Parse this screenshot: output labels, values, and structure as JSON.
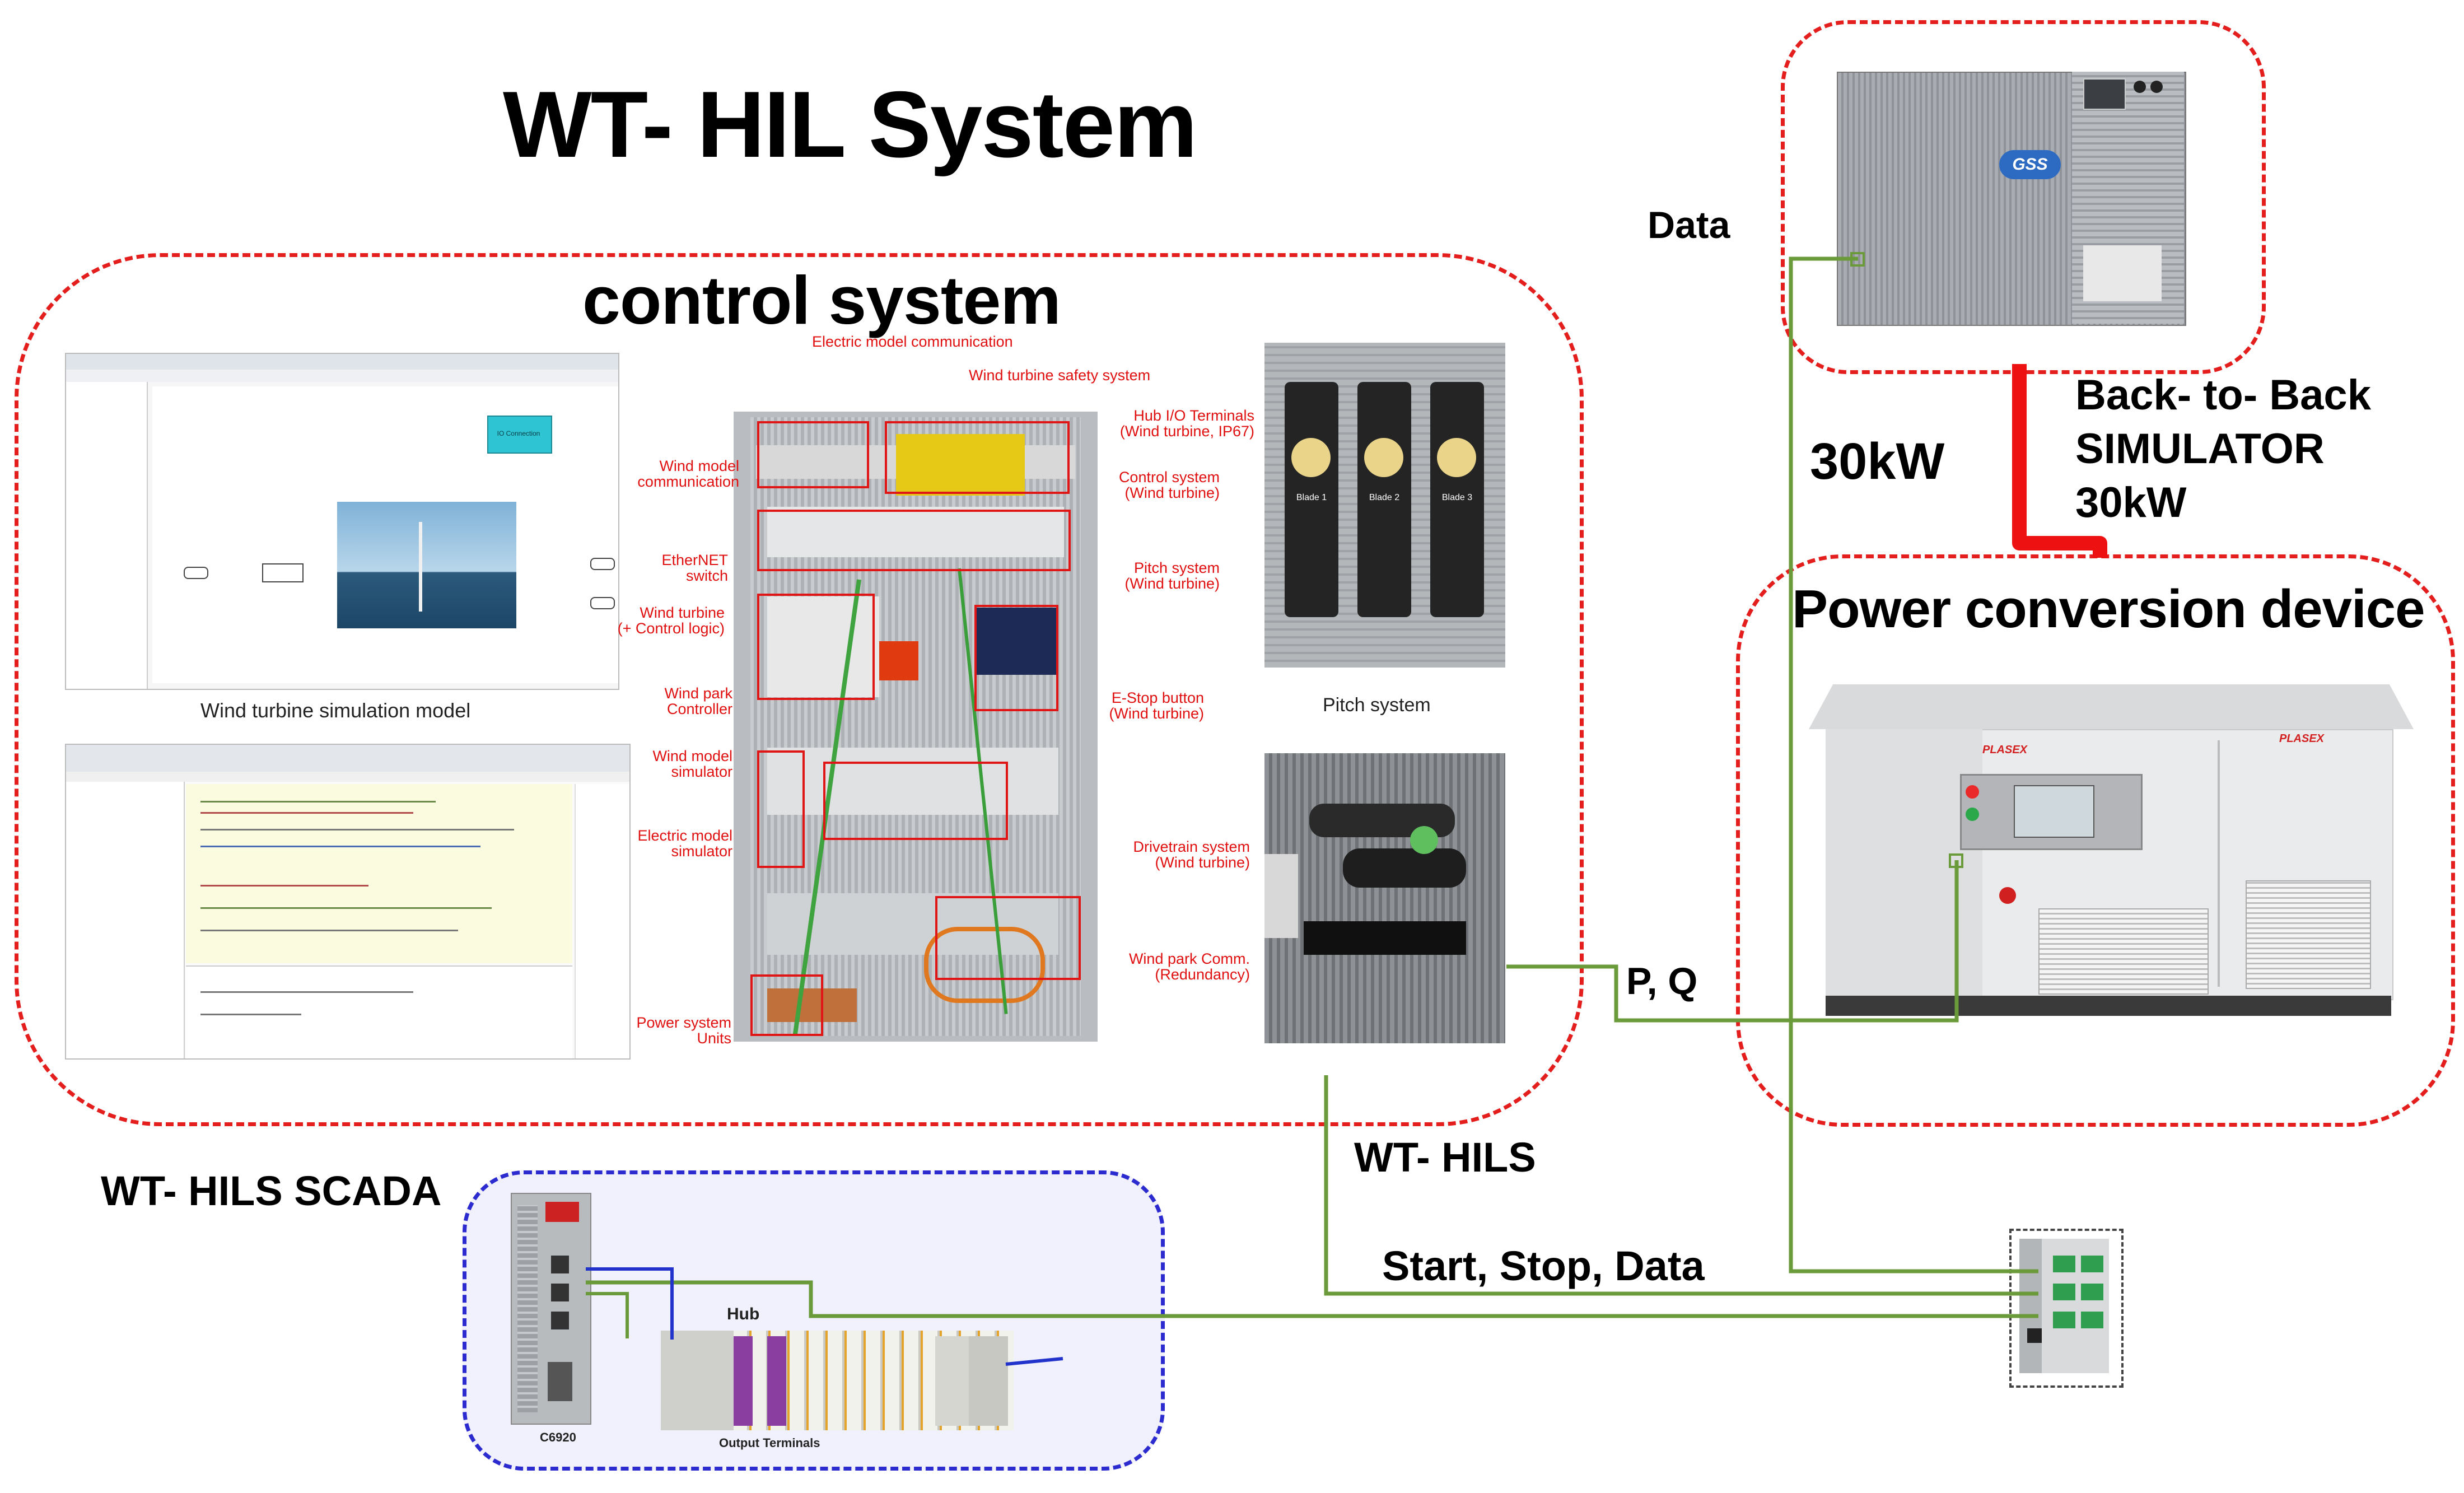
{
  "title": "WT- HIL System",
  "groups": {
    "control_system": "control system",
    "power_conversion": "Power conversion device",
    "scada": "WT- HILS SCADA"
  },
  "connection_labels": {
    "data": "Data",
    "power_30kw": "30kW",
    "back_to_back": [
      "Back- to- Back",
      "SIMULATOR",
      "30kW"
    ],
    "pq": "P, Q",
    "wt_hils": "WT- HILS",
    "start_stop_data": "Start, Stop, Data"
  },
  "captions": {
    "simulation_model": "Wind turbine simulation model",
    "pitch_system": "Pitch system",
    "hub": "Hub",
    "c6920": "C6920",
    "output_terminals": "Output Terminals"
  },
  "cabinet_labels": [
    {
      "id": "electric-model-communication",
      "text": "Electric model communication"
    },
    {
      "id": "wind-turbine-safety-system",
      "text": "Wind turbine safety system"
    },
    {
      "id": "hub-io-terminals",
      "text": "Hub I/O Terminals\n(Wind turbine, IP67)"
    },
    {
      "id": "wind-model-communication",
      "text": "Wind model\ncommunication"
    },
    {
      "id": "control-system-wt",
      "text": "Control system\n(Wind turbine)"
    },
    {
      "id": "ethernet-switch",
      "text": "EtherNET\nswitch"
    },
    {
      "id": "pitch-system-wt",
      "text": "Pitch system\n(Wind turbine)"
    },
    {
      "id": "wind-turbine-control-logic",
      "text": "Wind turbine\n(+ Control logic)"
    },
    {
      "id": "wind-park-controller",
      "text": "Wind park\nController"
    },
    {
      "id": "e-stop-button",
      "text": "E-Stop button\n(Wind turbine)"
    },
    {
      "id": "wind-model-simulator",
      "text": "Wind model\nsimulator"
    },
    {
      "id": "electric-model-simulator",
      "text": "Electric model\nsimulator"
    },
    {
      "id": "drivetrain-system",
      "text": "Drivetrain system\n(Wind turbine)"
    },
    {
      "id": "wind-park-comm",
      "text": "Wind park Comm.\n(Redundancy)"
    },
    {
      "id": "power-system-units",
      "text": "Power system\nUnits"
    }
  ],
  "device_labels": {
    "gss_logo": "GSS",
    "blades": [
      "Blade 1",
      "Blade 2",
      "Blade 3"
    ],
    "plasex_brand": "PLASEX",
    "simulink_block": "IO Connection"
  },
  "colors": {
    "red_dash": "#e41d1d",
    "blue_dash": "#2b2bcf",
    "data_line": "#6a9a3a",
    "power_line": "#ee1111",
    "scada_link": "#2233cc"
  }
}
